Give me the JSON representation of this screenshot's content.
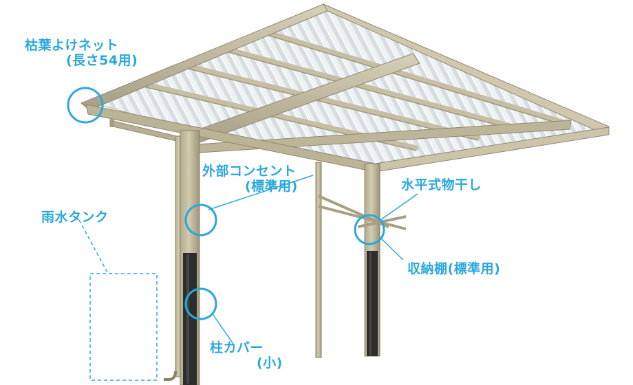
{
  "labels": {
    "leaf_guard_line1": "枯葉よけネット",
    "leaf_guard_line2": "(長さ54用)",
    "rain_tank": "雨水タンク",
    "outdoor_outlet_line1": "外部コンセント",
    "outdoor_outlet_line2": "(標準用)",
    "horizontal_dryer": "水平式物干し",
    "storage_shelf": "収納棚(標準用)",
    "pillar_cover_line1": "柱カバー",
    "pillar_cover_line2": "(小)"
  },
  "colors": {
    "callout": "#2aa7dd",
    "frame": "#c8c0a3",
    "frame_shadow": "#8f8770",
    "panel": "#e6ecef",
    "cover": "#2d2d2d"
  }
}
